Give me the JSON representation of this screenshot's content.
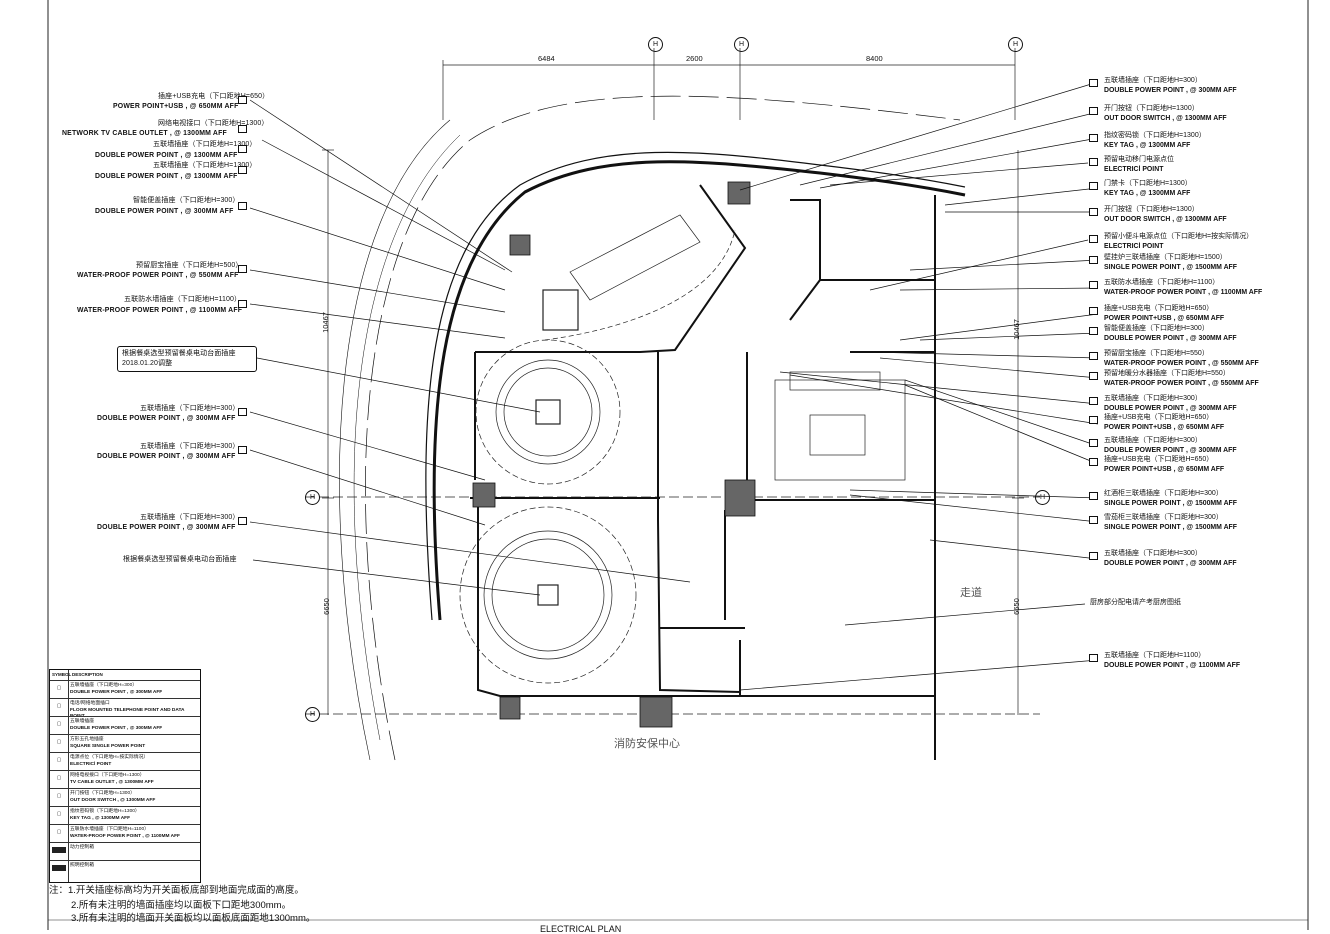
{
  "watermark": "",
  "dimensions": {
    "top": [
      "6484",
      "2600",
      "8400"
    ],
    "left": [
      "10467",
      "6650"
    ],
    "right": [
      "10467",
      "6650"
    ]
  },
  "grid_bubbles": [
    "H",
    "H",
    "H",
    "H",
    "H",
    "H"
  ],
  "rooms": {
    "corridor": "走道",
    "fire_center": "消防安保中心",
    "kitchen_note": "厨房部分配电请产考厨房图纸"
  },
  "left_callouts": [
    {
      "cn": "插座+USB充电（下口距地H=650）",
      "en": "POWER POINT+USB , @ 650MM AFF"
    },
    {
      "cn": "网络电视接口（下口距地H=1300）",
      "en": "NETWORK TV CABLE OUTLET , @ 1300MM AFF"
    },
    {
      "cn": "五联墙插座（下口距地H=1300）",
      "en": "DOUBLE POWER POINT , @ 1300MM AFF"
    },
    {
      "cn": "五联墙插座（下口距地H=1300）",
      "en": "DOUBLE POWER POINT , @ 1300MM AFF"
    },
    {
      "cn": "智能便盖插座（下口距地H=300）",
      "en": "DOUBLE POWER POINT , @ 300MM AFF"
    },
    {
      "cn": "预留厨宝插座（下口距地H=500）",
      "en": "WATER-PROOF POWER POINT , @ 550MM AFF"
    },
    {
      "cn": "五联防水墙插座（下口距地H=1100）",
      "en": "WATER-PROOF POWER POINT , @ 1100MM AFF"
    },
    {
      "cn": "根据餐桌选型预留餐桌电动台面插座",
      "en": "2018.01.20调整"
    },
    {
      "cn": "五联墙插座（下口距地H=300）",
      "en": "DOUBLE POWER POINT , @ 300MM AFF"
    },
    {
      "cn": "五联墙插座（下口距地H=300）",
      "en": "DOUBLE POWER POINT , @ 300MM AFF"
    },
    {
      "cn": "五联墙插座（下口距地H=300）",
      "en": "DOUBLE POWER POINT , @ 300MM AFF"
    },
    {
      "cn": "根据餐桌选型预留餐桌电动台面插座",
      "en": ""
    }
  ],
  "right_callouts": [
    {
      "cn": "五联墙插座（下口距地H=300）",
      "en": "DOUBLE POWER POINT , @ 300MM AFF"
    },
    {
      "cn": "开门按钮（下口距地H=1300）",
      "en": "OUT DOOR SWITCH , @ 1300MM AFF"
    },
    {
      "cn": "指纹密码锁（下口距地H=1300）",
      "en": "KEY TAG , @ 1300MM AFF"
    },
    {
      "cn": "预留电动移门电源点位",
      "en": "ELECTRICl POINT"
    },
    {
      "cn": "门禁卡（下口距地H=1300）",
      "en": "KEY TAG , @ 1300MM AFF"
    },
    {
      "cn": "开门按钮（下口距地H=1300）",
      "en": "OUT DOOR SWITCH , @ 1300MM AFF"
    },
    {
      "cn": "预留小便斗电源点位（下口距地H=按实际情况）",
      "en": "ELECTRICl POINT"
    },
    {
      "cn": "壁挂炉三联墙插座（下口距地H=1500）",
      "en": "SINGLE POWER POINT , @ 1500MM AFF"
    },
    {
      "cn": "五联防水墙插座（下口距地H=1100）",
      "en": "WATER-PROOF POWER POINT , @ 1100MM AFF"
    },
    {
      "cn": "插座+USB充电（下口距地H=650）",
      "en": "POWER POINT+USB , @ 650MM AFF"
    },
    {
      "cn": "智能便盖插座（下口距地H=300）",
      "en": "DOUBLE POWER POINT , @ 300MM AFF"
    },
    {
      "cn": "预留厨宝插座（下口距地H=550）",
      "en": "WATER-PROOF POWER POINT , @ 550MM AFF"
    },
    {
      "cn": "预留地暖分水器插座（下口距地H=550）",
      "en": "WATER-PROOF POWER POINT , @ 550MM AFF"
    },
    {
      "cn": "五联墙插座（下口距地H=300）",
      "en": "DOUBLE POWER POINT , @ 300MM AFF"
    },
    {
      "cn": "插座+USB充电（下口距地H=650）",
      "en": "POWER POINT+USB , @ 650MM AFF"
    },
    {
      "cn": "五联墙插座（下口距地H=300）",
      "en": "DOUBLE POWER POINT , @ 300MM AFF"
    },
    {
      "cn": "插座+USB充电（下口距地H=650）",
      "en": "POWER POINT+USB , @ 650MM AFF"
    },
    {
      "cn": "红酒柜三联墙插座（下口距地H=300）",
      "en": "SINGLE POWER POINT , @ 1500MM AFF"
    },
    {
      "cn": "雪茄柜三联墙插座（下口距地H=300）",
      "en": "SINGLE POWER POINT , @ 1500MM AFF"
    },
    {
      "cn": "五联墙插座（下口距地H=300）",
      "en": "DOUBLE POWER POINT , @ 300MM AFF"
    },
    {
      "cn": "五联墙插座（下口距地H=1100）",
      "en": "DOUBLE POWER POINT , @ 1100MM AFF"
    }
  ],
  "legend": {
    "header_symbol": "SYMBOL",
    "header_desc": "DESCRIPTION",
    "rows": [
      {
        "cn": "五联墙插座（下口距地H=300）",
        "en": "DOUBLE POWER POINT , @ 300MM AFF"
      },
      {
        "cn": "电话/网络地面插口",
        "en": "FLOOR MOUNTED TELEPHONE POINT AND DATA POINT"
      },
      {
        "cn": "五联墙插座",
        "en": "DOUBLE POWER POINT , @ 300MM AFF"
      },
      {
        "cn": "方形五孔地插座",
        "en": "SQUARE SINGLE POWER POINT"
      },
      {
        "cn": "电源点位（下口距地H=按实际情况）",
        "en": "ELECTRICl POINT"
      },
      {
        "cn": "网络电视接口（下口距地H=1300）",
        "en": "TV CABLE OUTLET , @ 1300MM AFF"
      },
      {
        "cn": "开门按钮（下口距地H=1300）",
        "en": "OUT DOOR SWITCH , @ 1300MM AFF"
      },
      {
        "cn": "指纹密码锁（下口距地H=1300）",
        "en": "KEY TAG , @ 1300MM AFF"
      },
      {
        "cn": "五联防水墙插座（下口距地H=1100）",
        "en": "WATER-PROOF POWER POINT , @ 1100MM AFF"
      },
      {
        "cn": "动力控制箱",
        "en": ""
      },
      {
        "cn": "照明控制箱",
        "en": ""
      }
    ]
  },
  "notes": [
    "注：1.开关插座标高均为开关面板底部到地面完成面的高度。",
    "2.所有未注明的墙面插座均以面板下口距地300mm。",
    "3.所有未注明的墙面开关面板均以面板底面距地1300mm。"
  ],
  "title_block": "ELECTRICAL PLAN"
}
